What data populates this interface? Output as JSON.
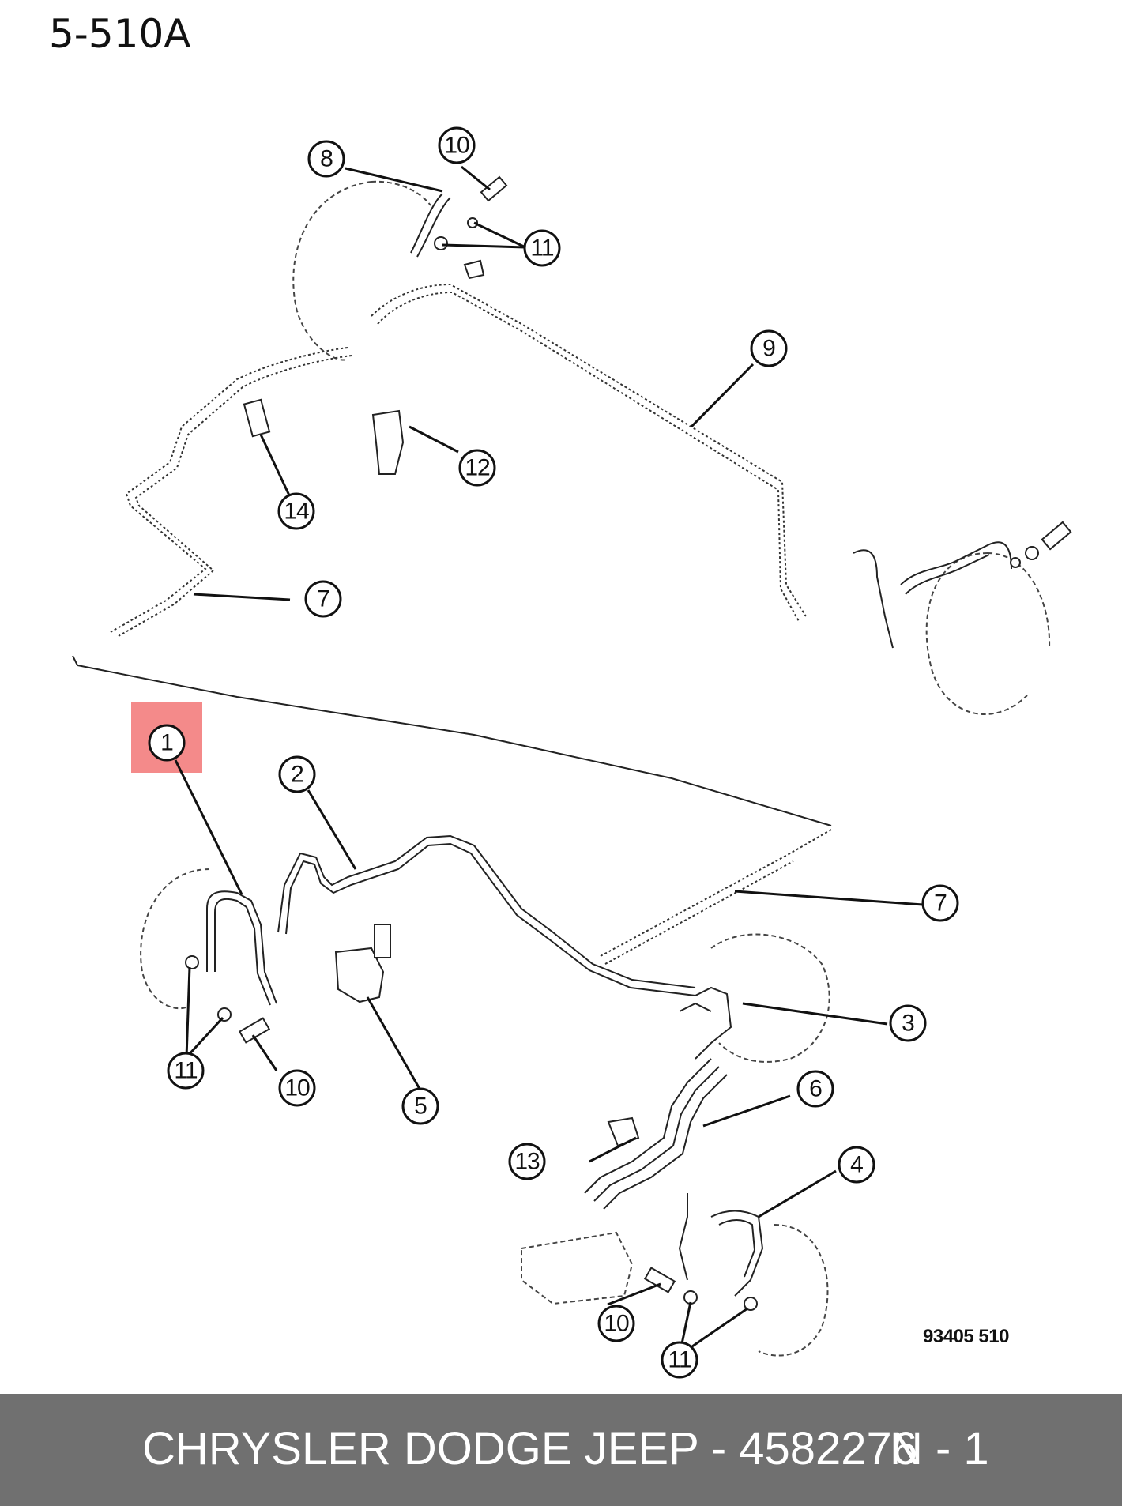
{
  "header": {
    "title": "5-510A"
  },
  "diagram": {
    "figure_code": "93405 510",
    "highlight_color": "#f48a8a",
    "callouts": [
      {
        "id": "c-1",
        "label": "1"
      },
      {
        "id": "c-2",
        "label": "2"
      },
      {
        "id": "c-3",
        "label": "3"
      },
      {
        "id": "c-4",
        "label": "4"
      },
      {
        "id": "c-5",
        "label": "5"
      },
      {
        "id": "c-6",
        "label": "6"
      },
      {
        "id": "c-7a",
        "label": "7"
      },
      {
        "id": "c-7b",
        "label": "7"
      },
      {
        "id": "c-8",
        "label": "8"
      },
      {
        "id": "c-9",
        "label": "9"
      },
      {
        "id": "c-10a",
        "label": "10"
      },
      {
        "id": "c-10b",
        "label": "10"
      },
      {
        "id": "c-10c",
        "label": "10"
      },
      {
        "id": "c-11a",
        "label": "11"
      },
      {
        "id": "c-11b",
        "label": "11"
      },
      {
        "id": "c-11c",
        "label": "11"
      },
      {
        "id": "c-12",
        "label": "12"
      },
      {
        "id": "c-13",
        "label": "13"
      },
      {
        "id": "c-14",
        "label": "14"
      }
    ]
  },
  "footer": {
    "part_text": "CHRYSLER DODGE JEEP - 4582276",
    "qty_text": "N - 1",
    "background": "#707070"
  }
}
